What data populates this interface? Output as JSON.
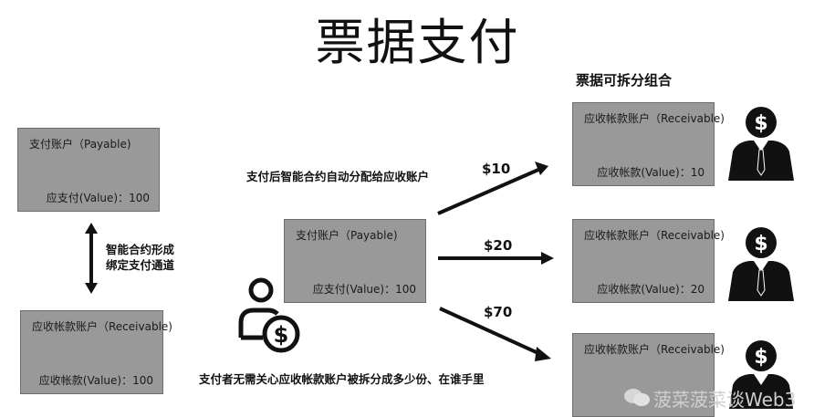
{
  "title": "票据支付",
  "combo_title": "票据可拆分组合",
  "left": {
    "payable_box": {
      "title": "支付账户（Payable)",
      "value": "应支付(Value)：100"
    },
    "channel_note": [
      "智能合约形成",
      "绑定支付通道"
    ],
    "receivable_box": {
      "title": "应收帐款账户（Receivable)",
      "value": "应收帐款(Value)：100"
    }
  },
  "center": {
    "top_note": "支付后智能合约自动分配给应收账户",
    "payable_box": {
      "title": "支付账户（Payable)",
      "value": "应支付(Value)：100"
    },
    "bottom_note": "支付者无需关心应收帐款账户被拆分成多少份、在谁手里"
  },
  "splits": [
    {
      "amount": "$10",
      "title": "应收帐款账户（Receivable)",
      "value": "应收帐款(Value)：10"
    },
    {
      "amount": "$20",
      "title": "应收帐款账户（Receivable)",
      "value": "应收帐款(Value)：20"
    },
    {
      "amount": "$70",
      "title": "应收帐款账户（Receivable)",
      "value": ""
    }
  ],
  "watermark": "菠菜菠菜谈Web3",
  "icons": [
    "payer-coin-icon",
    "businessman-dollar-icon",
    "wechat-icon"
  ],
  "colors": {
    "box_fill": "#999999",
    "ink": "#111111"
  }
}
